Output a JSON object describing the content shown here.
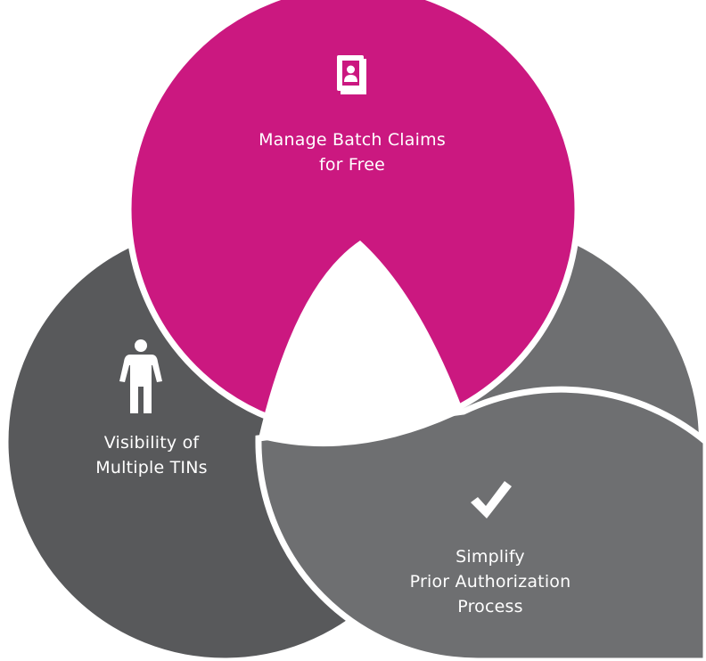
{
  "colors": {
    "magenta": "#cb1880",
    "dark_gray": "#58595b",
    "mid_gray": "#6e6f71",
    "white": "#ffffff"
  },
  "circles": [
    {
      "id": "top",
      "lines": [
        "Manage Batch Claims",
        "for Free"
      ],
      "icon": "contact-book-icon",
      "color": "#cb1880"
    },
    {
      "id": "left",
      "lines": [
        "Visibility of",
        "Multiple TINs"
      ],
      "icon": "person-icon",
      "color": "#58595b"
    },
    {
      "id": "right",
      "lines": [
        "Simplify",
        "Prior Authorization",
        "Process"
      ],
      "icon": "checkmark-icon",
      "color": "#6e6f71"
    }
  ]
}
